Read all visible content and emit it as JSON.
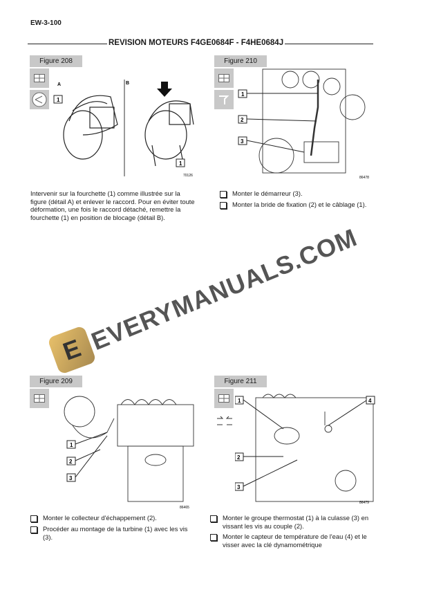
{
  "header": {
    "page_number": "EW-3-100",
    "title": "REVISION MOTEURS F4GE0684F - F4HE0684J"
  },
  "figures": [
    {
      "label": "Figure 208",
      "number": "70126",
      "details": [
        "A",
        "B"
      ],
      "callouts": [
        "1",
        "1"
      ]
    },
    {
      "label": "Figure 210",
      "number": "86478",
      "callouts": [
        "1",
        "2",
        "3"
      ]
    },
    {
      "label": "Figure 209",
      "number": "86465",
      "callouts": [
        "1",
        "2",
        "3"
      ]
    },
    {
      "label": "Figure 211",
      "number": "86479",
      "callouts": [
        "1",
        "2",
        "3",
        "4"
      ]
    }
  ],
  "text": {
    "fig208": "Intervenir sur la fourchette (1) comme illustrée sur la figure (détail A) et enlever le raccord. Pour en éviter toute déformation, une fois le raccord détaché, remettre la fourchette (1) en position de blocage (détail B).",
    "fig210": [
      "Monter le démarreur (3).",
      "Monter la bride de fixation (2) et le câblage (1)."
    ],
    "fig209": [
      "Monter le collecteur d'échappement (2).",
      "Procéder au montage de la turbine (1) avec les vis (3)."
    ],
    "fig211": [
      "Monter le groupe thermostat (1) à la culasse (3) en vissant les vis au couple (2).",
      "Monter le capteur de température de l'eau (4) et le visser avec la clé dynamométrique"
    ]
  },
  "watermark": {
    "text": "EVERYMANUALS.COM",
    "logo_letter": "E",
    "logo_color": "#d9b25c",
    "text_color": "#555555"
  }
}
